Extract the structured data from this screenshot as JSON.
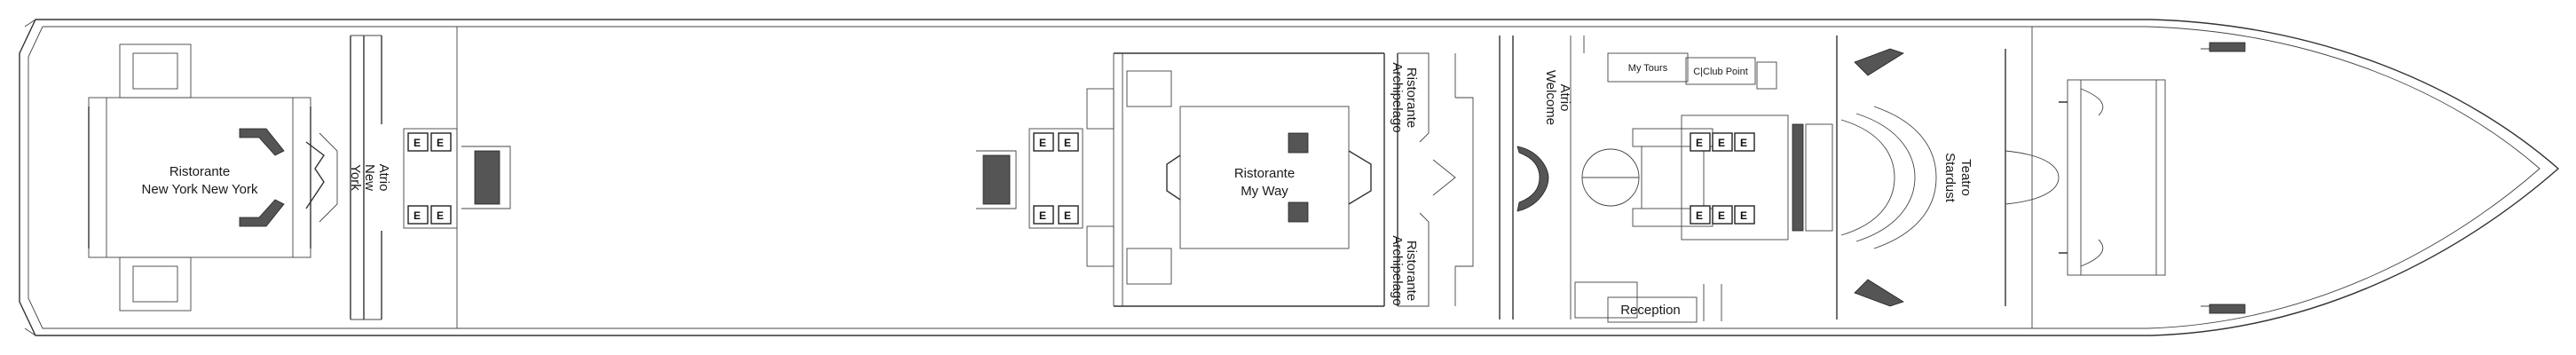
{
  "venues": [
    {
      "id": "ny",
      "lines": [
        "Ristorante",
        "New York New York"
      ]
    },
    {
      "id": "atrio-ny",
      "lines": [
        "Atrio",
        "New",
        "York"
      ]
    },
    {
      "id": "myway",
      "lines": [
        "Ristorante",
        "My Way"
      ]
    },
    {
      "id": "arch-top",
      "lines": [
        "Ristorante",
        "Archipelago"
      ]
    },
    {
      "id": "arch-bottom",
      "lines": [
        "Ristorante",
        "Archipelago"
      ]
    },
    {
      "id": "atrio-welcome",
      "lines": [
        "Atrio",
        "Welcome"
      ]
    },
    {
      "id": "mytours",
      "lines": [
        "My Tours"
      ]
    },
    {
      "id": "cclub",
      "lines": [
        "C|Club Point"
      ]
    },
    {
      "id": "reception",
      "lines": [
        "Reception"
      ]
    },
    {
      "id": "teatro",
      "lines": [
        "Teatro",
        "Stardust"
      ]
    }
  ],
  "elevator_glyph": "E",
  "colors": {
    "line": "#333333",
    "hatch": "#555555",
    "background": "#ffffff"
  }
}
